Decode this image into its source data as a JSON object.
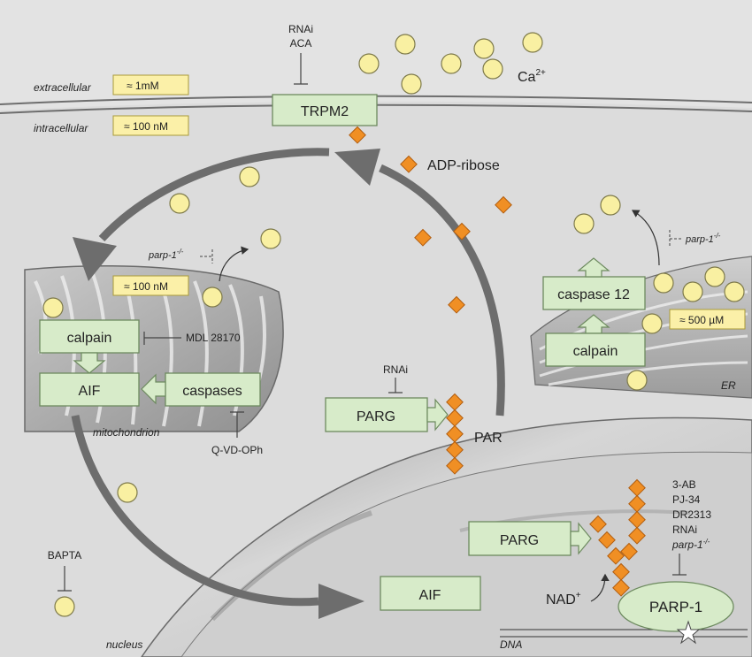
{
  "compartments": {
    "extracellular": "extracellular",
    "intracellular": "intracellular",
    "mitochondrion": "mitochondrion",
    "er": "ER",
    "nucleus": "nucleus",
    "dna": "DNA"
  },
  "concentrations": {
    "extracellular": "≈ 1mM",
    "intracellular": "≈ 100 nM",
    "mitochondrion": "≈ 100 nM",
    "er": "≈ 500 µM"
  },
  "boxes": {
    "trpm2": "TRPM2",
    "calpain_mito": "calpain",
    "aif_mito": "AIF",
    "caspases": "caspases",
    "parg_cyto": "PARG",
    "caspase12": "caspase 12",
    "calpain_er": "calpain",
    "parg_nuc": "PARG",
    "aif_nuc": "AIF",
    "parp1": "PARP-1"
  },
  "labels": {
    "ca2": "Ca",
    "ca2_sup": "2+",
    "adp_ribose": "ADP-ribose",
    "par": "PAR",
    "nad": "NAD",
    "nad_sup": "+"
  },
  "inhibitors": {
    "trpm2": [
      "RNAi",
      "ACA"
    ],
    "parp1_mito": "parp-1",
    "parp1_er": "parp-1",
    "calpain": "MDL 28170",
    "caspases": "Q-VD-OPh",
    "parg": "RNAi",
    "bapta": "BAPTA",
    "parp1": [
      "3-AB",
      "PJ-34",
      "DR2313",
      "RNAi",
      "parp-1"
    ],
    "ko_sup": "-/-"
  }
}
